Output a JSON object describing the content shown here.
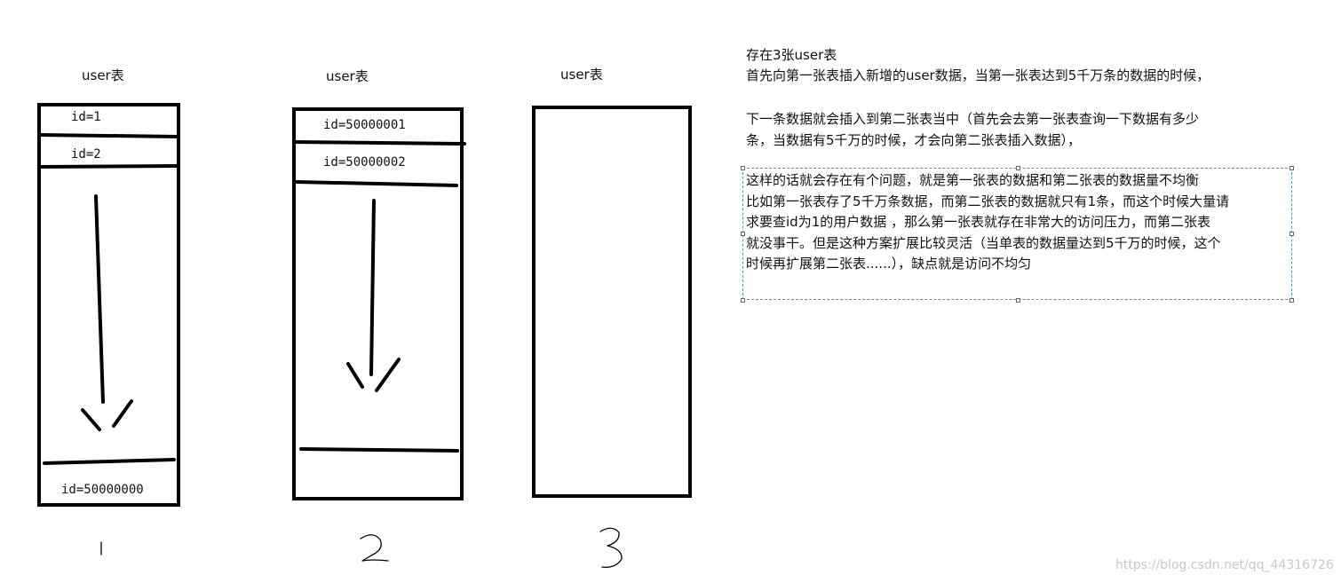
{
  "tables": [
    {
      "title": "user表",
      "rows": [
        "id=1",
        "id=2"
      ],
      "last_row": "id=50000000",
      "number": "1"
    },
    {
      "title": "user表",
      "rows": [
        "id=50000001",
        "id=50000002"
      ],
      "number": "2"
    },
    {
      "title": "user表",
      "number": "3"
    }
  ],
  "notes": {
    "line1": "存在3张user表",
    "line2": "首先向第一张表插入新增的user数据，当第一张表达到5千万条的数据的时候，",
    "line3": "下一条数据就会插入到第二张表当中（首先会去第一张表查询一下数据有多少",
    "line4": "条，当数据有5千万的时候，才会向第二张表插入数据），"
  },
  "selected_box": {
    "lines": [
      "这样的话就会存在有个问题，就是第一张表的数据和第二张表的数据量不均衡",
      "比如第一张表存了5千万条数据，而第二张表的数据就只有1条，而这个时候大量请",
      "求要查id为1的用户数据 ，那么第一张表就存在非常大的访问压力，而第二张表",
      "就没事干。但是这种方案扩展比较灵活（当单表的数据量达到5千万的时候，这个",
      "时候再扩展第二张表......），缺点就是访问不均匀"
    ]
  },
  "watermark": "https://blog.csdn.net/qq_44316726"
}
